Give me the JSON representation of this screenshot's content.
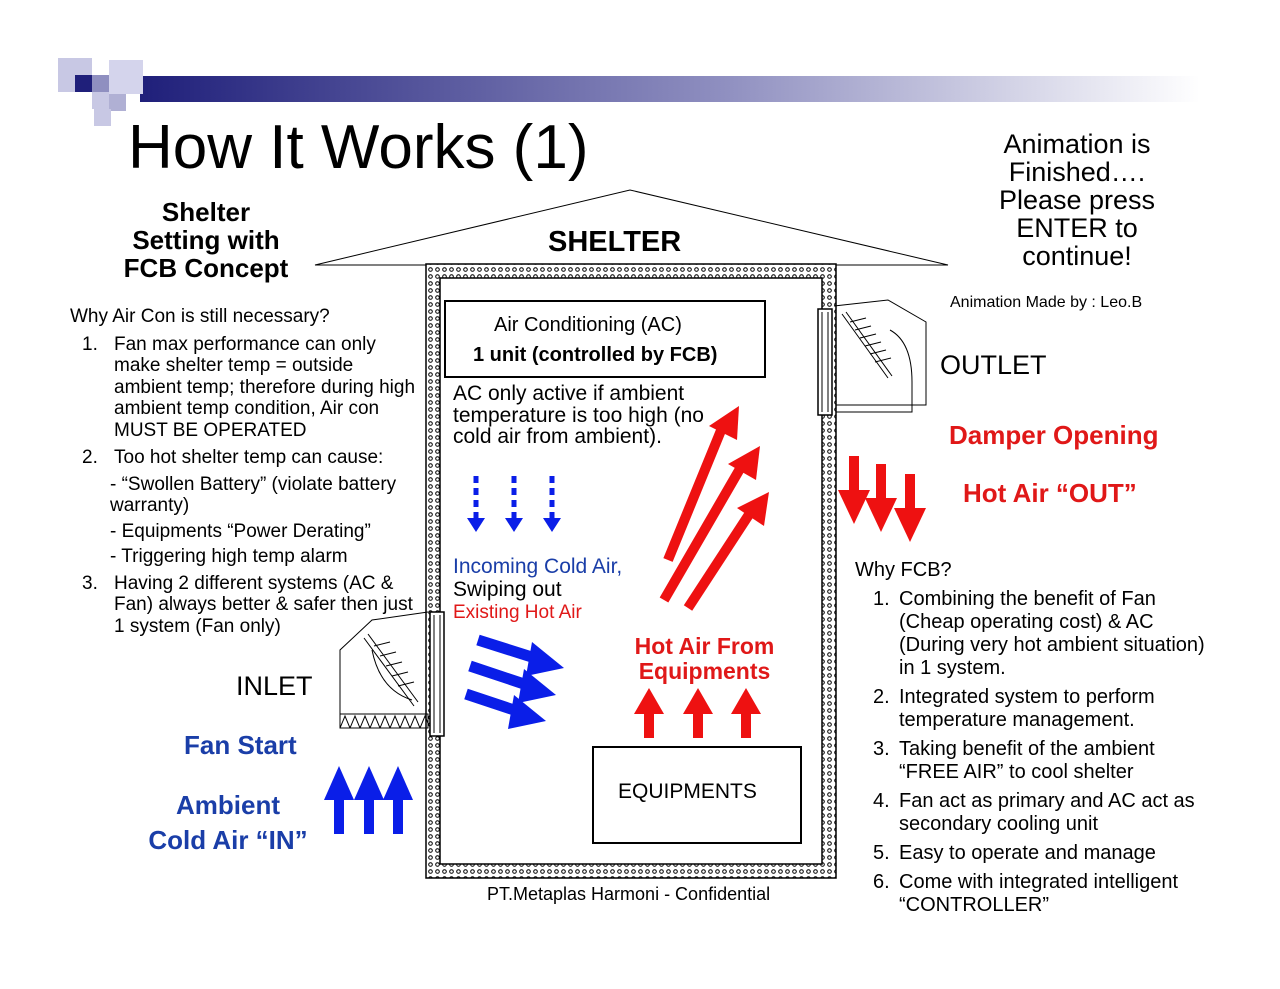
{
  "title": "How It Works (1)",
  "subtitle": [
    "Shelter",
    "Setting with",
    "FCB Concept"
  ],
  "animation_notice": [
    "Animation is",
    "Finished….",
    "Please press",
    "ENTER to",
    "continue!"
  ],
  "animation_credit": "Animation Made by : Leo.B",
  "left_panel": {
    "heading": "Why Air Con is still necessary?",
    "item1_num": "1.",
    "item1": "Fan max performance can only make shelter temp = outside ambient temp; therefore during high ambient temp condition, Air con MUST BE OPERATED",
    "item2_num": "2.",
    "item2": "Too hot shelter temp can cause:",
    "item2_sub": [
      "- “Swollen Battery” (violate battery warranty)",
      "- Equipments “Power Derating”",
      "- Triggering high temp alarm"
    ],
    "item3_num": "3.",
    "item3": "Having 2 different systems (AC & Fan) always better & safer then just 1 system (Fan only)"
  },
  "diagram": {
    "shelter_label": "SHELTER",
    "ac_line1": "Air Conditioning (AC)",
    "ac_line2": "1 unit (controlled by FCB)",
    "ac_note": "AC only active if ambient temperature is too high (no cold air from ambient).",
    "incoming_cold": "Incoming Cold Air,",
    "swiping_out": "Swiping out",
    "existing_hot": "Existing Hot Air",
    "hot_air_from": "Hot Air From Equipments",
    "equipments": "EQUIPMENTS",
    "outlet": "OUTLET",
    "inlet": "INLET",
    "damper_opening": "Damper Opening",
    "hot_air_out": "Hot Air “OUT”",
    "fan_start": "Fan Start",
    "ambient_line1": "Ambient",
    "ambient_line2": "Cold Air “IN”"
  },
  "right_panel": {
    "heading": "Why FCB?",
    "items": [
      {
        "num": "1.",
        "text": "Combining the benefit of Fan (Cheap operating cost) & AC (During very hot ambient situation) in 1 system."
      },
      {
        "num": "2.",
        "text": "Integrated system to perform temperature management."
      },
      {
        "num": "3.",
        "text": "Taking benefit of the ambient “FREE AIR” to cool shelter"
      },
      {
        "num": "4.",
        "text": "Fan act as primary and AC act as secondary cooling unit"
      },
      {
        "num": "5.",
        "text": "Easy to operate and manage"
      },
      {
        "num": "6.",
        "text": "Come with integrated intelligent “CONTROLLER”"
      }
    ]
  },
  "footer": "PT.Metaplas Harmoni - Confidential",
  "colors": {
    "cold_air": "#0a1ee8",
    "hot_air": "#ee1111",
    "text_blue": "#1a3ea8",
    "text_red": "#e01818",
    "header_bar": "#1f1f7a"
  },
  "icons": [
    "decorative-squares-icon",
    "roof-icon",
    "outlet-fan-icon",
    "inlet-fan-icon",
    "arrow-icon"
  ]
}
